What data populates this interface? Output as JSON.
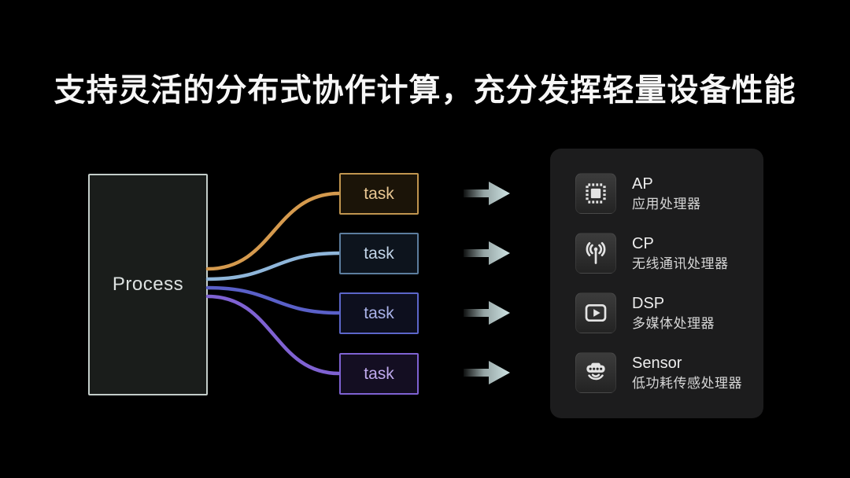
{
  "title": "支持灵活的分布式协作计算，充分发挥轻量设备性能",
  "process": {
    "label": "Process",
    "border_color": "#c3cdc9"
  },
  "tasks": [
    {
      "label": "task",
      "curve_color": "#d59a4e",
      "border": "#c0954f",
      "text_color": "#eac893",
      "bg": "#1b1408"
    },
    {
      "label": "task",
      "curve_color": "#8fb6da",
      "border": "#5c7d9e",
      "text_color": "#c3d6ea",
      "bg": "#0d141d"
    },
    {
      "label": "task",
      "curve_color": "#5a60c8",
      "border": "#5c66c9",
      "text_color": "#aab3ea",
      "bg": "#0d0f1e"
    },
    {
      "label": "task",
      "curve_color": "#7f62d2",
      "border": "#7e62d2",
      "text_color": "#c0aaee",
      "bg": "#140e22"
    }
  ],
  "arrows": {
    "color": "#cfe4e4"
  },
  "panel": {
    "items": [
      {
        "icon": "chip-icon",
        "name": "AP",
        "desc": "应用处理器"
      },
      {
        "icon": "antenna-icon",
        "name": "CP",
        "desc": "无线通讯处理器"
      },
      {
        "icon": "play-icon",
        "name": "DSP",
        "desc": "多媒体处理器"
      },
      {
        "icon": "sensor-icon",
        "name": "Sensor",
        "desc": "低功耗传感处理器"
      }
    ]
  }
}
